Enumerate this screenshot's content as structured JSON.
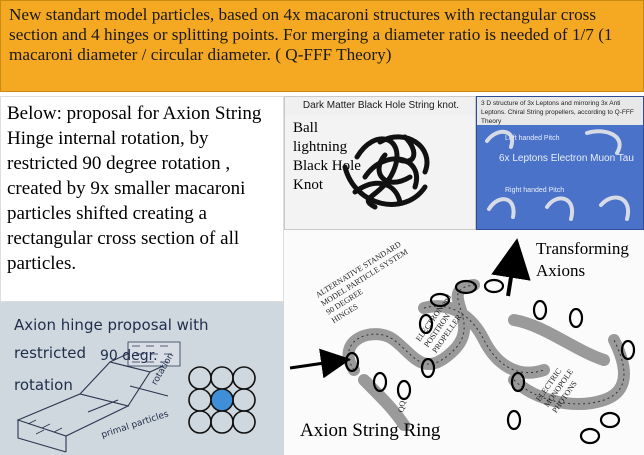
{
  "banner": {
    "text": "New standart model particles, based on 4x macaroni structures with rectangular cross section and 4 hinges or splitting points. For merging  a diameter ratio is needed of 1/7 (1 macaroni diameter / circular diameter. ( Q-FFF Theory)"
  },
  "left_text": {
    "text": "Below: proposal for Axion String Hinge internal rotation, by restricted 90 degree rotation , created by 9x smaller macaroni  particles shifted creating a rectangular cross section of all particles."
  },
  "hinge_panel": {
    "line1": "Axion hinge proposal with",
    "line2_a": "restricted",
    "line2_b": "90 degr.",
    "line3": "rotation",
    "rotation_note": "rotation",
    "primal_note": "primal particles"
  },
  "dark_matter": {
    "title": "Dark Matter Black Hole String knot.",
    "ball_label": "Ball lightning Black Hole Knot"
  },
  "leptons": {
    "header": "3 D structure of 3x Leptons and mirroring 3x Anti Leptons. Chiral String propellers, according to Q-FFF Theory",
    "left_pitch": "Left handed Pitch",
    "main_label": "6x Leptons Electron Muon Tau",
    "right_pitch": "Right handed Pitch"
  },
  "ring": {
    "label": "Axion String  Ring",
    "transforming": "Transforming Axions",
    "text_block_1": [
      "ALTERNATIVE STANDARD",
      "MODEL PARTICLE SYSTEM",
      "90 DEGREE",
      "HINGES"
    ],
    "text_block_2": [
      "ELECTRON and",
      "POSITRON",
      "PROPELLER."
    ],
    "text_block_3": [
      "ELECTRIC",
      "MONOPOLE",
      "PHOTONS"
    ],
    "qq": "QQ"
  },
  "colors": {
    "banner_bg": "#f5a822",
    "lepton_bg": "#4a72c8",
    "center_dot": "#3f8fd8"
  }
}
